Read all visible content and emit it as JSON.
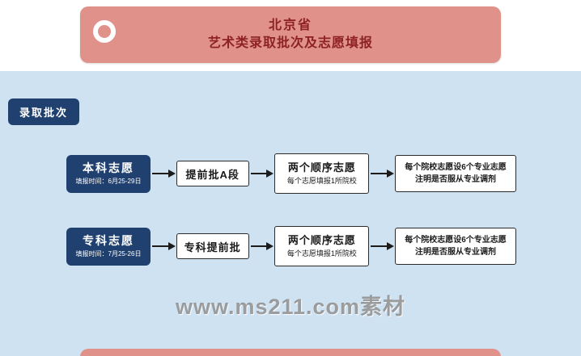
{
  "header": {
    "title_line1": "北京省",
    "title_line2": "艺术类录取批次及志愿填报"
  },
  "section_label": "录取批次",
  "rows": [
    {
      "start_title": "本科志愿",
      "start_sub": "填报时间：6月25-29日",
      "step2": "提前批A段",
      "step3_title": "两个顺序志愿",
      "step3_sub": "每个志愿填报1所院校",
      "step4_line1": "每个院校志愿设6个专业志愿",
      "step4_line2": "注明是否服从专业调剂"
    },
    {
      "start_title": "专科志愿",
      "start_sub": "填报时间：7月25-26日",
      "step2": "专科提前批",
      "step3_title": "两个顺序志愿",
      "step3_sub": "每个志愿填报1所院校",
      "step4_line1": "每个院校志愿设6个专业志愿",
      "step4_line2": "注明是否服从专业调剂"
    }
  ],
  "watermark": "www.ms211.com素材",
  "colors": {
    "banner_salmon": "#e0928a",
    "banner_text_red": "#8e2222",
    "panel_light_blue": "#cfe2f2",
    "node_navy": "#20416f",
    "arrow_black": "#1c1c1c"
  }
}
